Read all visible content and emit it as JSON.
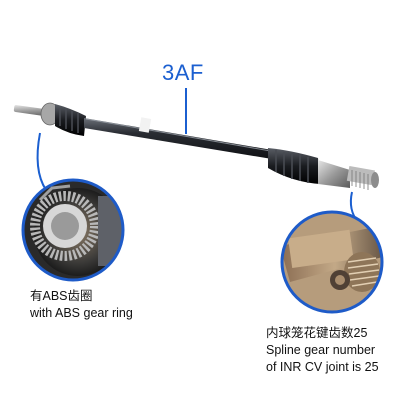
{
  "part_code": "3AF",
  "callouts": {
    "left": {
      "zh": "有ABS齿圈",
      "en": "with ABS gear ring"
    },
    "right": {
      "zh": "内球笼花键齿数25",
      "en1": "Spline gear number",
      "en2": "of INR CV joint is 25"
    }
  },
  "colors": {
    "accent": "#1b5fd0",
    "shaft": "#2a2d33",
    "ring": "#1e5bc8"
  },
  "icons": [
    "abs-gear-ring-photo",
    "spline-shaft-photo",
    "drive-shaft-photo"
  ]
}
